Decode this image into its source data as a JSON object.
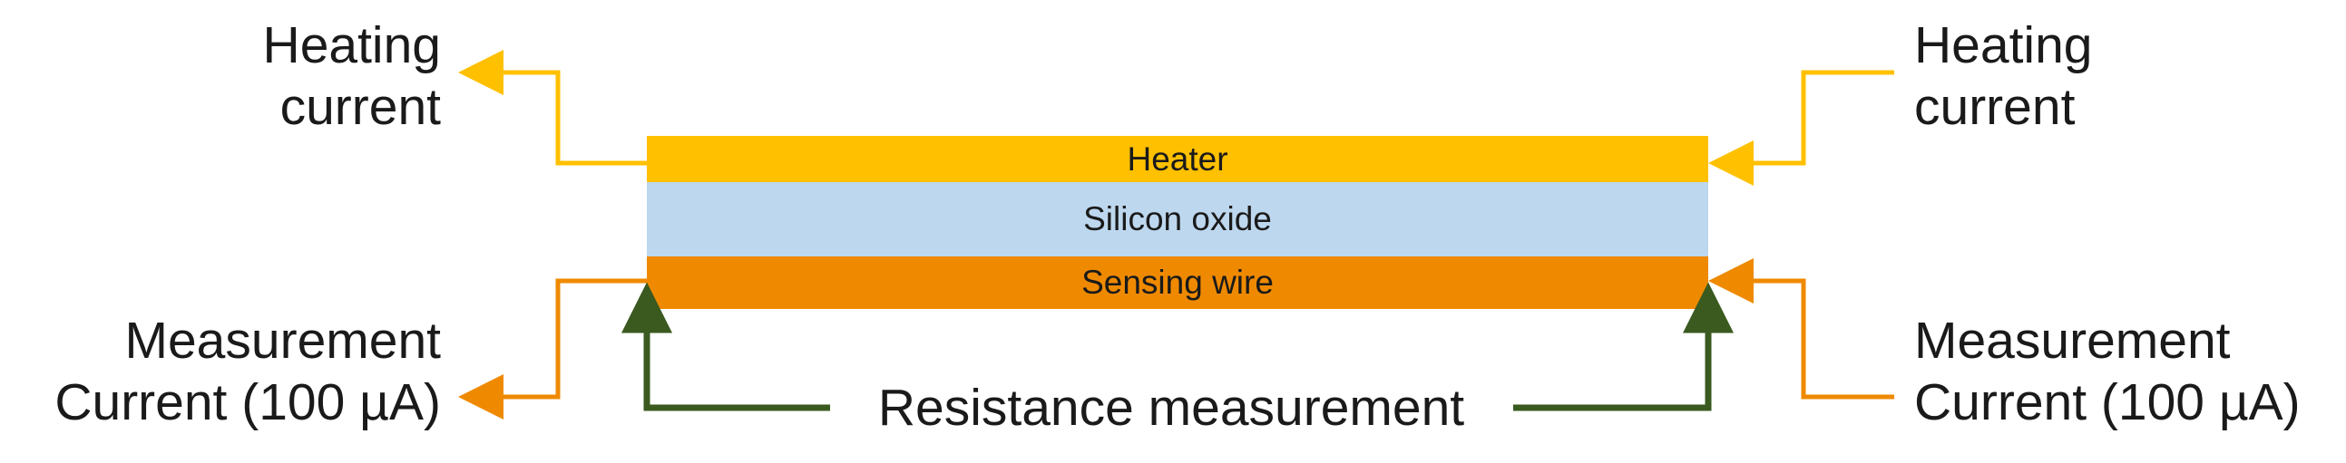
{
  "colors": {
    "heater": "#ffc000",
    "oxide": "#bdd7ee",
    "sensing": "#ef8a00",
    "heating_arrow": "#ffc000",
    "measurement_arrow": "#ef8a00",
    "resistance_arrow": "#3a5a1f"
  },
  "layers": {
    "heater": "Heater",
    "oxide": "Silicon oxide",
    "sensing": "Sensing wire"
  },
  "labels": {
    "heating_left_line1": "Heating",
    "heating_left_line2": "current",
    "heating_right_line1": "Heating",
    "heating_right_line2": "current",
    "measurement_left_line1": "Measurement",
    "measurement_left_line2": "Current (100 µA)",
    "measurement_right_line1": "Measurement",
    "measurement_right_line2": "Current (100 µA)",
    "resistance": "Resistance measurement"
  }
}
